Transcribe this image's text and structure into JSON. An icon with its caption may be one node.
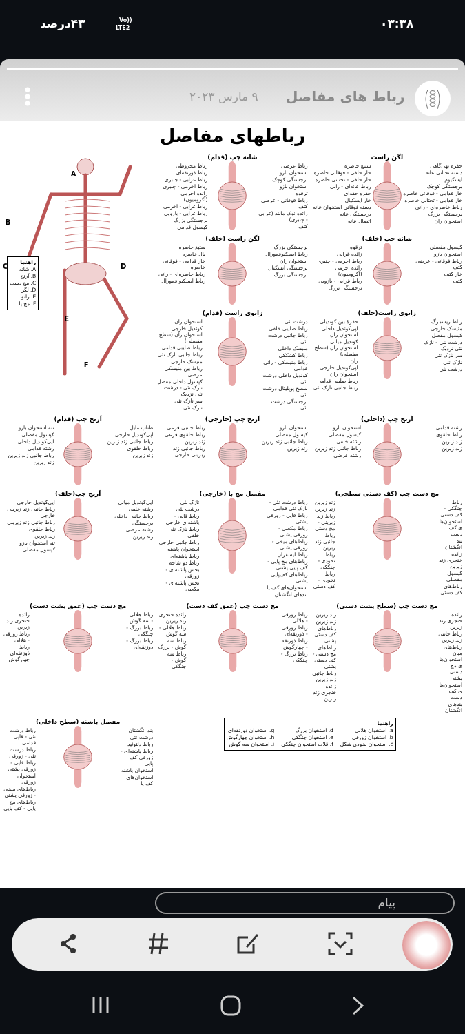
{
  "diagram": {
    "title": "رباطهای مفاصل",
    "nodes": [
      {
        "text": [],
        "shape": "picture"
      },
      {
        "text": [
          "راهنما",
          "A. شانه",
          "B. آرنج",
          "C. مچ دست",
          "D. لگن",
          "E. زانو",
          "F. مچ پا"
        ]
      },
      {
        "text": [
          "شانه چپ (قدام)"
        ],
        "beside": [
          "رباط مخروطی",
          "رباط ذوزنقه‌ای",
          "رباط غرابی - چنبری",
          "رباط اخرمی - چنبری",
          "زائده اخرمی (آکرومیون)",
          "رباط غرابی - اخرمی",
          "رباط غرابی - بازویی",
          "برجستگی بزرگ",
          "کپسول قدامی",
          "رباط عرضی",
          "استخوان بازو",
          "برجستگی کوچک",
          "استخوان بازو",
          "ترقوه",
          "رباط فوقانی - عرضی کتف",
          "زائده نوک مانند (غرابی - چنبری)",
          "کتف"
        ]
      },
      {
        "text": [
          "لگن راست"
        ],
        "beside": [
          "ستیغ خاصره",
          "خار خلفی - فوقانی خاصره",
          "خار خلفی - تحتانی خاصره",
          "رباط عانه‌ای - رانی",
          "حفره حقه‌ای",
          "خار ایسکیال",
          "دسته فوقانی استخوان عانه",
          "برجستگی عانه",
          "اتصال عانه",
          "حفره تهی‌گاهی",
          "دسته تحتانی عانه",
          "ایسکیوم",
          "برجستگی کوچک",
          "خار قدامی - فوقانی خاصره",
          "خار قدامی - تحتانی خاصره",
          "رباط خاصره‌ای - رانی",
          "برجستگی بزرگ",
          "استخوان ران"
        ]
      },
      {
        "text": [
          "لگن راست (خلف)"
        ],
        "beside": [
          "ستیغ خاصره",
          "بال خاصره",
          "خار قدامی - فوقانی خاصره",
          "رباط خاصره‌ای - رانی",
          "رباط ایسکیو فمورال",
          "برجستگی بزرگ",
          "رباط ایسکیوفمورال",
          "استخوان ران",
          "برجستگی ایسکیال",
          "برجستگی بزرگ"
        ]
      },
      {
        "text": [
          "شانه چپ (خلف)"
        ],
        "beside": [
          "ترقوه",
          "زائده غرابی",
          "رباط اخرمی - چنبری",
          "زائده اخرمی (آکرومیون)",
          "رباط غرابی - بازویی",
          "برجستگی بزرگ",
          "کپسول مفصلی",
          "استخوان بازو",
          "رباط فوقانی - عرضی کتف",
          "خار کتف",
          "کتف"
        ]
      },
      {
        "text": [
          "زانوی راست (قدام)"
        ],
        "beside": [
          "استخوان ران",
          "کوندیل خارجی استخوان ران (سطح مفصلی)",
          "رباط صلیبی قدامی",
          "رباط جانبی نازک نئی",
          "منیسک خارجی",
          "رباط بین منیسکی عرضی",
          "کپسول داخلی مفصل نازک نئی - درشت نئی نزدیک",
          "سر نازک نئی",
          "نازک نئی",
          "درشت نئی",
          "رباط صلیبی خلفی",
          "رباط جانبی درشت نئی",
          "منیسک داخلی",
          "رباط کشککی",
          "رباط منیسکی - رانی قدامی",
          "کوندیل داخلی درشت نئی",
          "سطح پوپلیتال درشت نئی",
          "برجستگی درشت نئی"
        ]
      },
      {
        "text": [
          "زانوی راست(خلف)"
        ],
        "beside": [
          "حفرهٔ بین کوندیلی",
          "اپی‌کوندیل داخلی استخوان ران",
          "کوندیل میانی استخوان ران (سطح مفصلی)",
          "ران",
          "اپی‌کوندیل خارجی استخوان ران",
          "رباط صلیبی قدامی",
          "رباط جانبی نازک نئی",
          "رباط ریسمرگ",
          "منیسک خارجی",
          "کپسول مفصل",
          "درشت نئی - نازک نئی نزدیک",
          "سر نازک نئی",
          "نازک نئی",
          "درشت نئی"
        ]
      },
      {
        "text": [
          "آرنج چپ (قدام)"
        ],
        "beside": [
          "تنه استخوان بازو",
          "کپسول مفصلی",
          "اپی‌کوندیل داخلی",
          "رشته قدامی",
          "رباط جانبی زند زیرین",
          "زند زیرین",
          "طناب مایل",
          "اپی‌کوندیل خارجی",
          "رباط جانبی زند زبرین",
          "رباط حلقوی",
          "زند زبرین"
        ]
      },
      {
        "text": [
          "آرنج چپ (خارجی)"
        ],
        "beside": [
          "رباط جانبی فرعی",
          "رباط حلقوی فرعی",
          "زند زبرین",
          "رباط جانبی زند زبرینی خارجی",
          "استخوان بازو",
          "کپسول مفصلی",
          "رباط جانبی زند زبرین",
          "زند زیرین"
        ]
      },
      {
        "text": [
          "آرنج چپ (داخلی)"
        ],
        "beside": [
          "استخوان بازو",
          "کپسول مفصلی",
          "رشته خلفی",
          "رباط جانبی زند زیرین",
          "رشته عرضی",
          "رشته قدامی",
          "رباط حلقوی",
          "زند زبرین",
          "زند زیرین"
        ]
      },
      {
        "text": [
          "آرنج چپ(خلف)"
        ],
        "beside": [
          "اپی‌کوندیل خارجی",
          "رباط جانبی زند زبرینی خارجی",
          "رباط جانبی زند زیرینی",
          "رباط حلقوی",
          "زند زبرین",
          "تنه استخوان بازو",
          "کپسول مفصلی",
          "اپی‌کوندیل میانی",
          "رشته خلفی",
          "رباط جانبی داخلی",
          "برجستگی",
          "رشته عرضی",
          "زند زیرین"
        ]
      },
      {
        "text": [
          "مفصل مچ پا (خارجی)"
        ],
        "beside": [
          "نازک نئی",
          "درشت نئی",
          "رباط قاپی - پاشنه‌ای خارجی",
          "رباط نازک نئی خلفی",
          "رباط جانبی خارجی",
          "استخوان پاشنه",
          "رباط پاشنه‌ای",
          "رباط دو شاخه",
          "بخش پاشنه‌ای - زورقی",
          "بخش پاشنه‌ای - مکعبی",
          "رباط درشت نئی - نازک نئی قدامی",
          "رباط قاپی - زورقی پشتی",
          "رباط مکعبی - زورقی پشتی",
          "رباط‌های میخی - زورقی پشتی",
          "رباط لیسفران",
          "رباط‌های مچ پایی - کف پایی پشتی",
          "رباط‌های کف‌پایی پشتی",
          "استخوان‌های کف پا",
          "بندهای انگشتان"
        ]
      },
      {
        "text": [
          "مچ دست چپ (کف دستی سطحی)"
        ],
        "beside": [
          "زند زیرین",
          "زند زبرین",
          "رباط زند زبرینی - مچ دستی",
          "رباط جانبی زند زبرین",
          "رباط نخودی - چنگکی",
          "رباط نخودی - کف دستی",
          "رباط چنگکی - کف دستی",
          "استخوان‌های کف دست",
          "بند انگشتان",
          "زائده خنجری زند زیرین",
          "کپسول مفصلی",
          "رباط‌های کف دستی"
        ]
      },
      {
        "text": [
          "مچ دست چپ (عمق پشت دست)"
        ],
        "beside": [
          "زائده خنجری زند زیرین",
          "رباط زورقی - هلالی",
          "رباط ذوزنقه‌ای چهارگوش",
          "رباط هلالی - سه گوش",
          "رباط بزرگ - چنگکی",
          "رباط بزرگ - ذوزنقه‌ای"
        ]
      },
      {
        "text": [
          "مچ دست چپ (عمق کف دست)"
        ],
        "beside": [
          "زائده خنجری زند زیرین",
          "رباط هلالی - سه گوش",
          "رباط سه گوش - بزرگ",
          "رباط سه گوش - چنگکی",
          "رباط زورقی - هلالی",
          "رباط زورقی - ذوزنقه‌ای",
          "رباط ذوزنقه - چهارگوش",
          "رباط بزرگ - چنگکی"
        ]
      },
      {
        "text": [
          "مچ دست چپ (سطح پشت دستی)"
        ],
        "beside": [
          "زند زیرین",
          "زند زبرین",
          "رباط‌های کف دستی پشتی",
          "رباط‌های مچ دستی - کف دستی پشتی",
          "رباط جانبی زند زیرین",
          "زائده خنجری زند زبرین",
          "زائده خنجری زند زیرین",
          "رباط جانبی زند زبرین",
          "رباط‌های میان استخوان‌های مچ دستی پشتی",
          "استخوان‌های کف دست",
          "بندهای انگشتان"
        ]
      },
      {
        "text": [
          "مفصل پاشنه (سطح داخلی)"
        ],
        "beside": [
          "رباط درشت نئی - قاپی قدامی",
          "رباط درشت نئی - زورقی",
          "رباط قاپی - زورقی پشتی",
          "استخوان زورقی",
          "رباط‌های میخی - زورقی پشتی",
          "رباط‌های مچ پایی - کف پایی",
          "بند انگشتان",
          "درشت نئی",
          "رباط دلتوئید",
          "رباط پاشنه‌ای - زورقی کف پایی",
          "استخوان پاشنه",
          "استخوان‌های کف پا"
        ]
      },
      {
        "text": [
          "راهنما",
          "a. استخوان هلالی",
          "b. استخوان زورقی",
          "c. استخوان نخودی شکل",
          "d. استخوان بزرگ",
          "e. استخوان چنگکی",
          "f. قلاب استخوان چنگکی",
          "g. استخوان ذوزنقه‌ای",
          "h. استخوان چهارگوش",
          "i. استخوان سه گوش"
        ]
      }
    ],
    "labels": [
      "۴۳درصد",
      "Vo))",
      "LTE2",
      "۰۳:۳۸",
      "رباط های مفاصل",
      "۹ مارس ۲۰۲۳",
      "پیام",
      "A",
      "B",
      "C",
      "D",
      "E",
      "F"
    ]
  }
}
